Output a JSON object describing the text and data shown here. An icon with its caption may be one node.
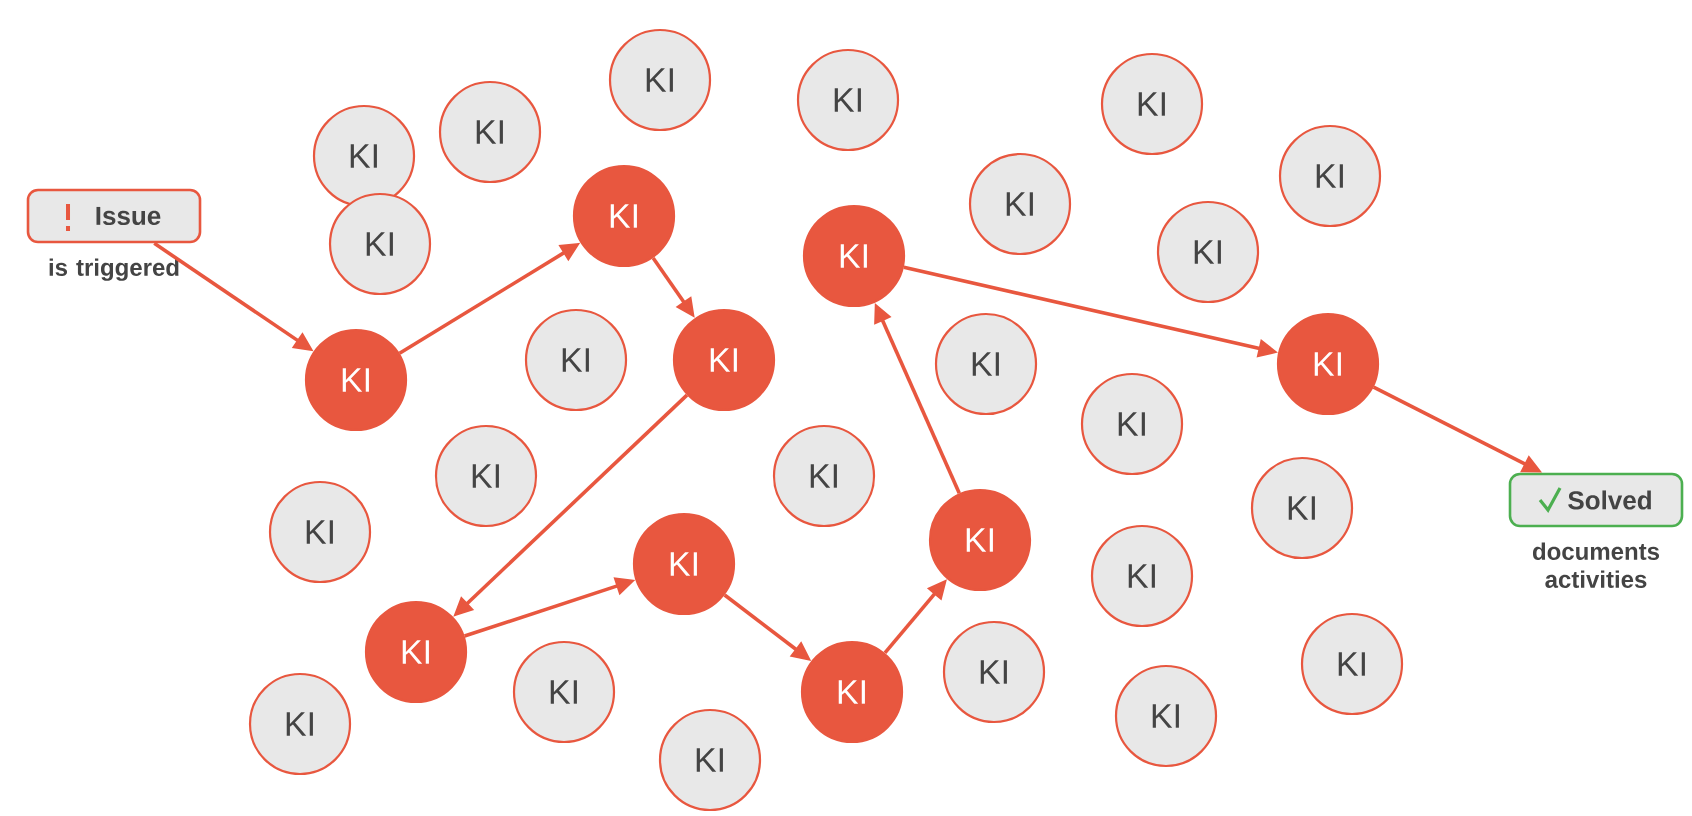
{
  "diagram": {
    "nodes": [
      {
        "text": [
          "Issue"
        ],
        "beside": [
          "is triggered"
        ]
      },
      {
        "text": [
          "KI"
        ]
      },
      {
        "text": [
          "KI"
        ]
      },
      {
        "text": [
          "KI"
        ]
      },
      {
        "text": [
          "KI"
        ]
      },
      {
        "text": [
          "KI"
        ]
      },
      {
        "text": [
          "KI"
        ]
      },
      {
        "text": [
          "KI"
        ]
      },
      {
        "text": [
          "KI"
        ]
      },
      {
        "text": [
          "KI"
        ]
      },
      {
        "text": [
          "KI"
        ]
      },
      {
        "text": [
          "KI"
        ]
      },
      {
        "text": [
          "KI"
        ]
      },
      {
        "text": [
          "KI"
        ]
      },
      {
        "text": [
          "KI"
        ]
      },
      {
        "text": [
          "KI"
        ]
      },
      {
        "text": [
          "KI"
        ]
      },
      {
        "text": [
          "KI"
        ]
      },
      {
        "text": [
          "KI"
        ]
      },
      {
        "text": [
          "KI"
        ]
      },
      {
        "text": [
          "KI"
        ]
      },
      {
        "text": [
          "KI"
        ]
      },
      {
        "text": [
          "KI"
        ]
      },
      {
        "text": [
          "KI"
        ]
      },
      {
        "text": [
          "KI"
        ]
      },
      {
        "text": [
          "KI"
        ]
      },
      {
        "text": [
          "KI"
        ]
      },
      {
        "text": [
          "KI"
        ]
      },
      {
        "text": [
          "KI"
        ]
      },
      {
        "text": [
          "KI"
        ]
      },
      {
        "text": [
          "KI"
        ]
      },
      {
        "text": [
          "KI"
        ]
      },
      {
        "text": [
          "KI"
        ]
      },
      {
        "text": [
          "Solved"
        ],
        "beside": [
          "documents activities"
        ]
      }
    ],
    "edges": [
      {
        "from": 0,
        "to": 13,
        "arrow": "to"
      },
      {
        "from": 13,
        "to": 9,
        "arrow": "to"
      },
      {
        "from": 9,
        "to": 12,
        "arrow": "to"
      },
      {
        "from": 12,
        "to": 25,
        "arrow": "to"
      },
      {
        "from": 25,
        "to": 22,
        "arrow": "to"
      },
      {
        "from": 22,
        "to": 27,
        "arrow": "to"
      },
      {
        "from": 27,
        "to": 23,
        "arrow": "to"
      },
      {
        "from": 23,
        "to": 10,
        "arrow": "to"
      },
      {
        "from": 10,
        "to": 16,
        "arrow": "to"
      },
      {
        "from": 16,
        "to": 33,
        "arrow": "to"
      }
    ]
  }
}
